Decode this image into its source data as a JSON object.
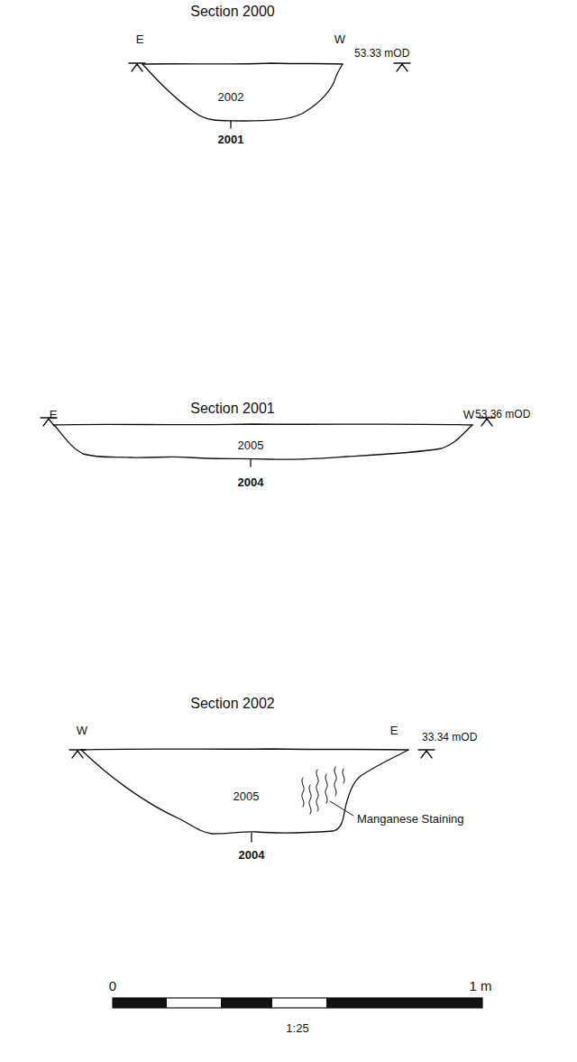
{
  "diagram": {
    "labels": [
      "Section 2000",
      "E",
      "W",
      "53.33 mOD",
      "2002",
      "2001",
      "Section 2001",
      "E",
      "W",
      "53.36 mOD",
      "2005",
      "2004",
      "Section 2002",
      "W",
      "E",
      "33.34 mOD",
      "2005",
      "Manganese Staining",
      "2004",
      "0",
      "1 m",
      "1:25"
    ]
  }
}
